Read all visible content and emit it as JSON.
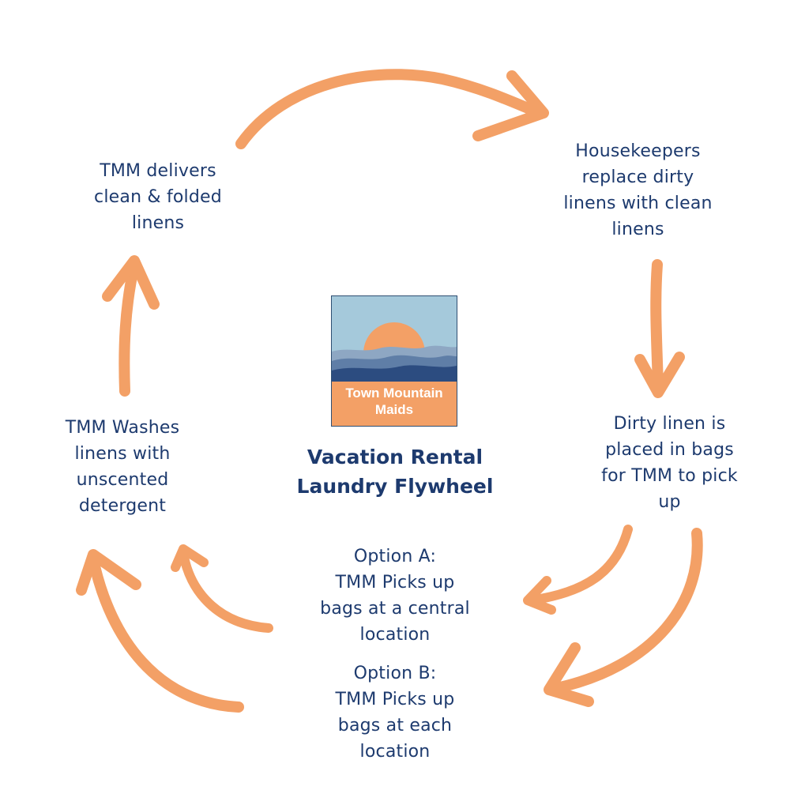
{
  "colors": {
    "arrow": "#f3a066",
    "text": "#1d3a6e",
    "title": "#1d3a6e",
    "sky": "#a5c9db",
    "sun": "#f3a066",
    "mountain_light": "#8ea7c3",
    "mountain_mid": "#5f7ea7",
    "mountain_dark": "#2c4c80",
    "logo_band": "#f3a066"
  },
  "logo": {
    "line1": "Town Mountain",
    "line2": "Maids"
  },
  "title": {
    "line1": "Vacation Rental",
    "line2": "Laundry Flywheel"
  },
  "steps": {
    "deliver": [
      "TMM delivers",
      "clean & folded",
      "linens"
    ],
    "replace": [
      "Housekeepers",
      "replace dirty",
      "linens with clean",
      "linens"
    ],
    "bag": [
      "Dirty linen is",
      "placed in bags",
      "for TMM to pick",
      "up"
    ],
    "wash": [
      "TMM Washes",
      "linens with",
      "unscented",
      "detergent"
    ],
    "option_a": [
      "Option A:",
      "TMM Picks up",
      "bags at a central",
      "location"
    ],
    "option_b": [
      "Option B:",
      "TMM Picks up",
      "bags at each",
      "location"
    ]
  }
}
